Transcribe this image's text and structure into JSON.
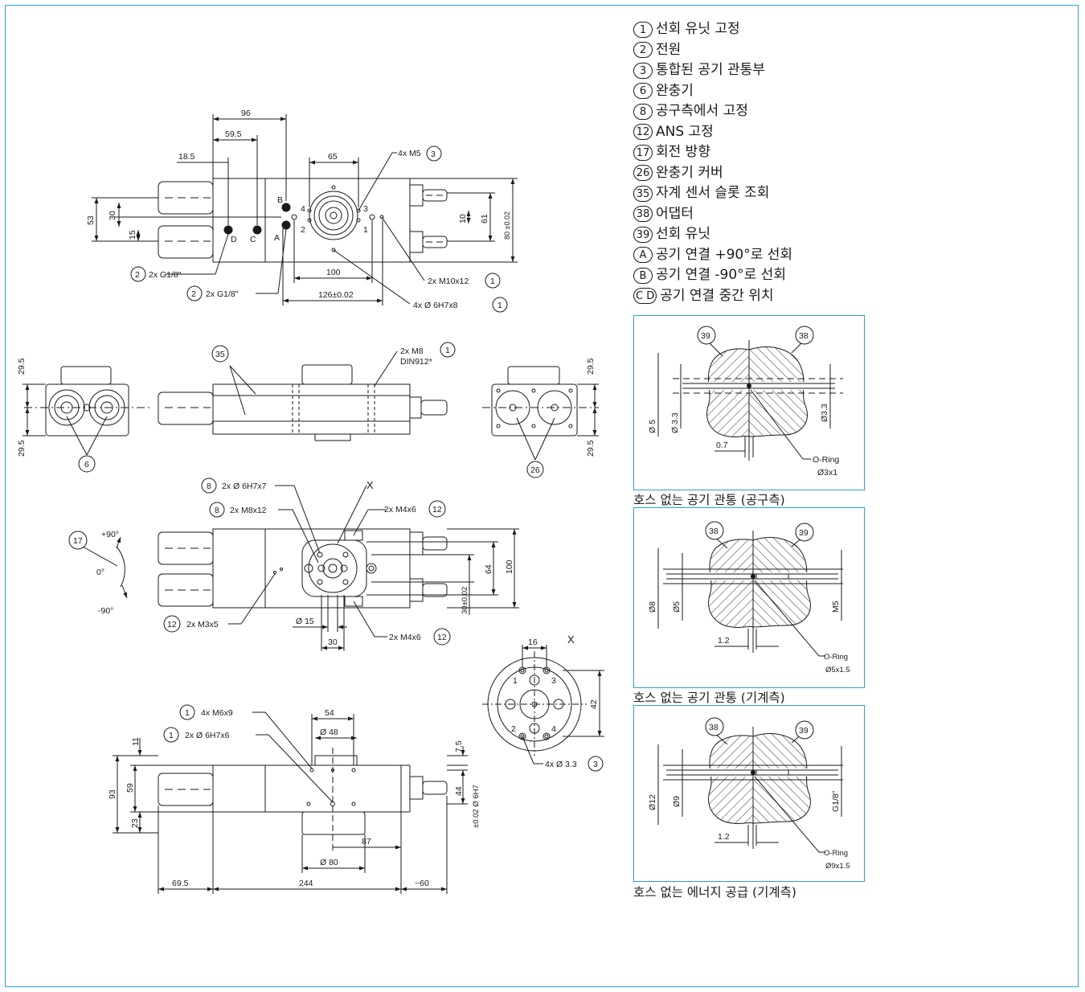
{
  "legend": [
    {
      "key": "1",
      "text": "선회 유닛 고정"
    },
    {
      "key": "2",
      "text": "전원"
    },
    {
      "key": "3",
      "text": "통합된 공기 관통부"
    },
    {
      "key": "6",
      "text": "완충기"
    },
    {
      "key": "8",
      "text": "공구측에서 고정"
    },
    {
      "key": "12",
      "text": "ANS 고정"
    },
    {
      "key": "17",
      "text": "회전 방향"
    },
    {
      "key": "26",
      "text": "완충기 커버"
    },
    {
      "key": "35",
      "text": "자계 센서 슬롯 조회"
    },
    {
      "key": "38",
      "text": "어댑터"
    },
    {
      "key": "39",
      "text": "선회 유닛"
    },
    {
      "key": "A",
      "text": "공기 연결 +90°로 선회"
    },
    {
      "key": "B",
      "text": "공기 연결 -90°로 선회"
    },
    {
      "key": "C D",
      "text": "공기 연결 중간 위치"
    }
  ],
  "details": [
    {
      "caption": "호스 없는 공기 관통 (공구측)",
      "left_ref": "39",
      "right_ref": "38",
      "dims": [
        "Ø 5",
        "Ø 3.3",
        "Ø3.3",
        "0.7"
      ],
      "oring_label": "O-Ring",
      "oring_size": "Ø3x1"
    },
    {
      "caption": "호스 없는 공기 관통 (기계측)",
      "left_ref": "38",
      "right_ref": "39",
      "dims": [
        "Ø8",
        "Ø5",
        "M5",
        "1.2"
      ],
      "oring_label": "O-Ring",
      "oring_size": "Ø5x1.5"
    },
    {
      "caption": "호스 없는 에너지 공급 (기계측)",
      "left_ref": "38",
      "right_ref": "39",
      "dims": [
        "Ø12",
        "Ø9",
        "G1/8\"",
        "1.2"
      ],
      "oring_label": "O-Ring",
      "oring_size": "Ø9x1.5"
    }
  ],
  "top_view": {
    "dims": [
      "96",
      "59.5",
      "18.5",
      "65",
      "53",
      "30",
      "15",
      "61",
      "80 ±0.02",
      "10",
      "100",
      "126±0.02"
    ],
    "callouts": [
      "4x M5",
      "2x G1/8\"",
      "2x G1/8\"",
      "2x M10x12",
      "4x  Ø 6H7x8"
    ],
    "ports": [
      "B",
      "A",
      "C",
      "D",
      "4",
      "2",
      "3",
      "1"
    ]
  },
  "side_view": {
    "dims": [
      "29.5",
      "29.5",
      "29.5",
      "29.5"
    ],
    "callouts": [
      "2x M8",
      "DIN912*"
    ],
    "refs": [
      "35",
      "6",
      "26",
      "1"
    ]
  },
  "front_view": {
    "dims": [
      "64",
      "100",
      "30±0.02",
      "Ø 15",
      "30"
    ],
    "callouts": [
      "2x  Ø 6H7x7",
      "2x M8x12",
      "2x M4x6",
      "2x M3x5",
      "2x M4x6"
    ],
    "rotation": [
      "+90°",
      "0°",
      "-90°"
    ],
    "refs": [
      "8",
      "8",
      "12",
      "12",
      "12",
      "17"
    ],
    "x_marker": "X"
  },
  "detail_x": {
    "title": "X",
    "dims": [
      "16",
      "42"
    ],
    "holes": [
      "1",
      "3",
      "2",
      "4"
    ],
    "callout": "4x  Ø 3.3",
    "ref": "3"
  },
  "bottom_view": {
    "dims": [
      "54",
      "Ø 48",
      "11",
      "93",
      "59",
      "23",
      "7.5",
      "44",
      "±0.02 Ø 6H7",
      "87",
      "Ø 80",
      "69.5",
      "244",
      "~60"
    ],
    "callouts": [
      "4x M6x9",
      "2x  Ø 6H7x6"
    ],
    "refs": [
      "1",
      "1"
    ]
  }
}
